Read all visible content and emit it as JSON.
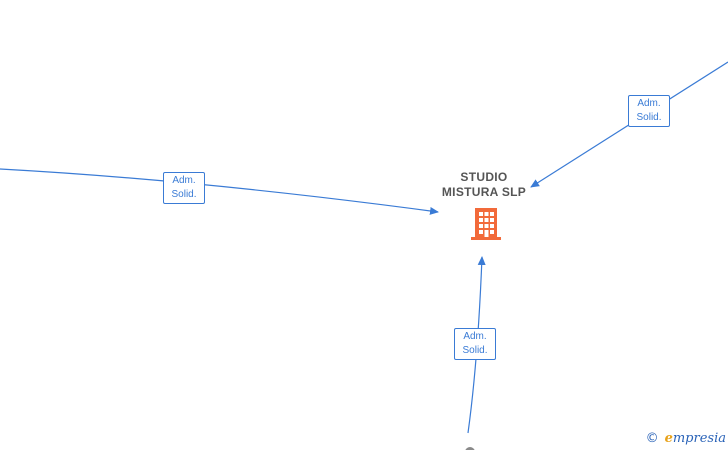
{
  "company": {
    "name": "STUDIO\nMISTURA  SLP",
    "icon": "building-icon",
    "icon_color": "#f26a3a"
  },
  "edges": [
    {
      "id": "left",
      "label_line1": "Adm.",
      "label_line2": "Solid."
    },
    {
      "id": "top-right",
      "label_line1": "Adm.",
      "label_line2": "Solid."
    },
    {
      "id": "bottom",
      "label_line1": "Adm.",
      "label_line2": "Solid."
    }
  ],
  "edge_color": "#3a7bd5",
  "watermark": {
    "copyright": "©",
    "brand_initial": "e",
    "brand_rest": "mpresia"
  }
}
